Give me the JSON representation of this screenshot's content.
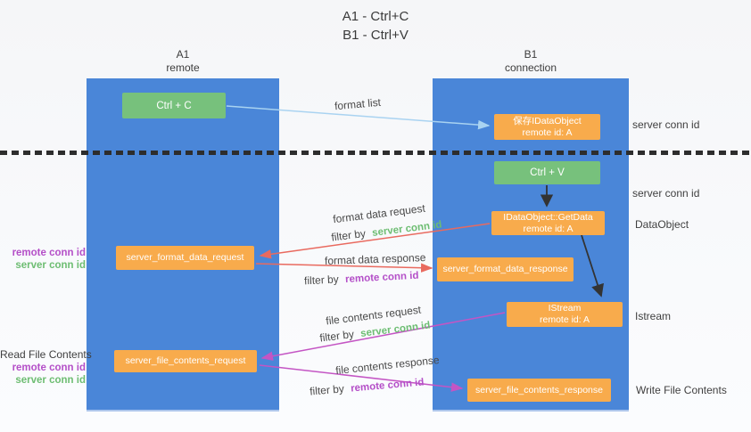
{
  "title": {
    "line1": "A1 - Ctrl+C",
    "line2": "B1 - Ctrl+V"
  },
  "lifelines": {
    "a1": {
      "id": "A1",
      "sub": "remote"
    },
    "b1": {
      "id": "B1",
      "sub": "connection"
    }
  },
  "nodes": {
    "ctrl_c": {
      "label": "Ctrl + C"
    },
    "save_dataobject": {
      "line1": "保存IDataObject",
      "line2": "remote id: A"
    },
    "ctrl_v": {
      "label": "Ctrl + V"
    },
    "getdata": {
      "line1": "IDataObject::GetData",
      "line2": "remote id: A"
    },
    "format_request": {
      "label": "server_format_data_request"
    },
    "format_response": {
      "label": "server_format_data_response"
    },
    "istream": {
      "line1": "IStream",
      "line2": "remote id: A"
    },
    "file_request": {
      "label": "server_file_contents_request"
    },
    "file_response": {
      "label": "server_file_contents_response"
    }
  },
  "flow_labels": {
    "format_list": "format list",
    "format_data_request": "format data request",
    "format_data_response": "format data response",
    "file_contents_request": "file contents request",
    "file_contents_response": "file contents response",
    "filter_by": "filter by",
    "server_conn_id": "server conn id",
    "remote_conn_id": "remote conn id"
  },
  "side_labels": {
    "right_server_conn_id_top": "server conn id",
    "right_server_conn_id_mid": "server conn id",
    "right_dataobject": "DataObject",
    "right_istream": "Istream",
    "right_write_file": "Write File Contents",
    "left_remote_conn_id_1": "remote conn id",
    "left_server_conn_id_1": "server conn id",
    "left_read_file": "Read File Contents",
    "left_remote_conn_id_2": "remote conn id",
    "left_server_conn_id_2": "server conn id"
  },
  "colors": {
    "column_blue": "#4a86d8",
    "box_green": "#77c17c",
    "box_orange": "#f8ab4c",
    "arrow_lightblue": "#a9d3f1",
    "arrow_red": "#e96a5f",
    "arrow_magenta": "#c455c4",
    "arrow_black": "#333333",
    "text_green": "#6dbd72",
    "text_purple": "#b44fc8",
    "text_dark": "#404040"
  }
}
